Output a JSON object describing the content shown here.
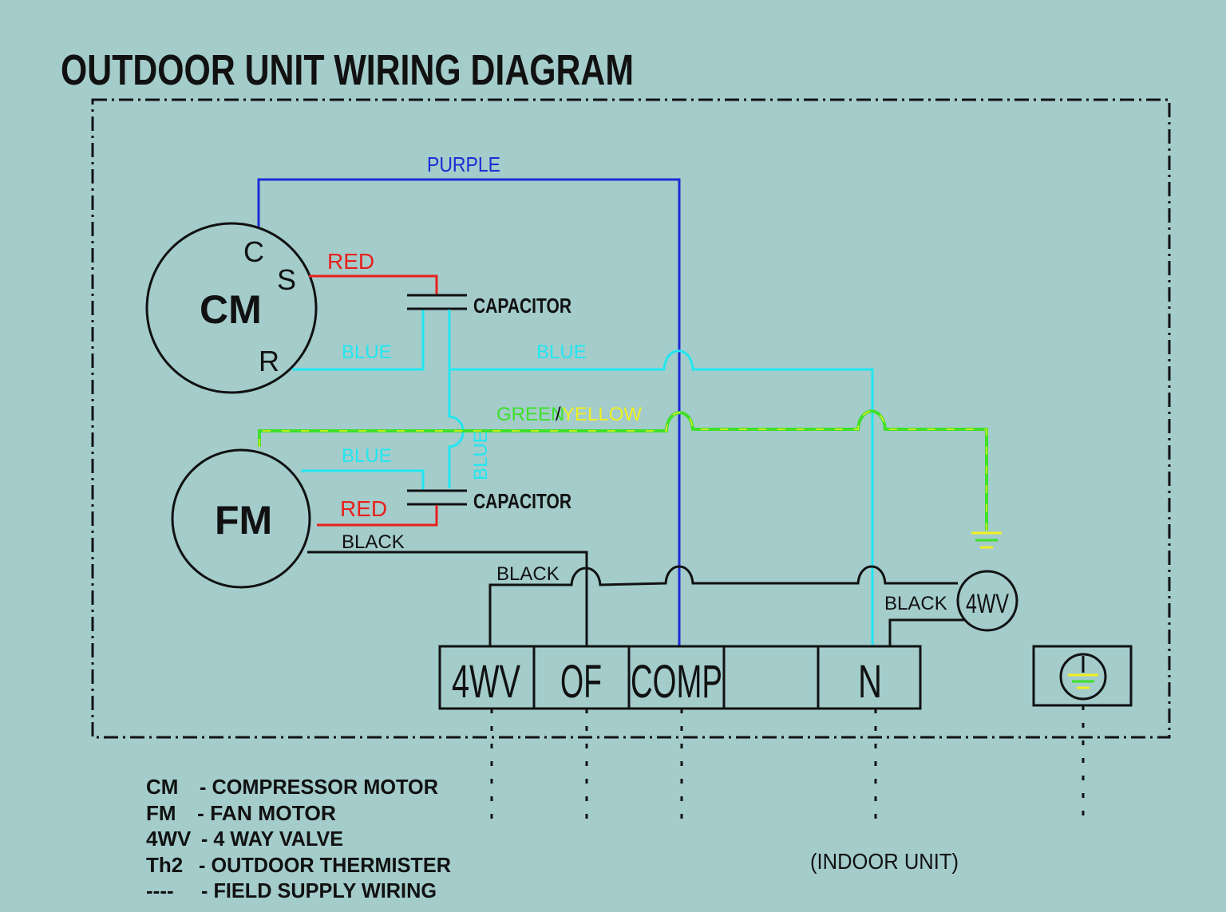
{
  "title": "OUTDOOR UNIT WIRING DIAGRAM",
  "colors": {
    "background": "#a3cccb",
    "purple_wire": "#1d2ad6",
    "red_wire": "#e8201c",
    "blue_wire": "#22e6f0",
    "green_wire": "#3fe02a",
    "yellow_wire": "#f0f020",
    "black_wire": "#111111"
  },
  "components": {
    "cm": {
      "label": "CM",
      "terminal_c": "C",
      "terminal_s": "S",
      "terminal_r": "R"
    },
    "fm": {
      "label": "FM"
    },
    "capacitor_1": "CAPACITOR",
    "capacitor_2": "CAPACITOR",
    "valve": "4WV"
  },
  "wire_labels": {
    "purple": "PURPLE",
    "red_cm": "RED",
    "blue_cm_r": "BLUE",
    "blue_top": "BLUE",
    "green": "GREEN",
    "slash": "/",
    "yellow": "YELLOW",
    "blue_fm": "BLUE",
    "blue_vertical": "BLUE",
    "red_fm": "RED",
    "black_fm": "BLACK",
    "black_4wv_terminal": "BLACK",
    "black_valve": "BLACK"
  },
  "terminal_block": [
    "4WV",
    "OF",
    "COMP",
    "",
    "N"
  ],
  "ground_symbol": "earth-ground-icon",
  "legend": [
    {
      "abbr": "CM",
      "desc": "- COMPRESSOR MOTOR"
    },
    {
      "abbr": "FM",
      "desc": "-  FAN MOTOR"
    },
    {
      "abbr": "4WV",
      "desc": "- 4 WAY VALVE"
    },
    {
      "abbr": "Th2",
      "desc": "- OUTDOOR THERMISTER"
    },
    {
      "abbr": "----",
      "desc": "- FIELD SUPPLY WIRING"
    }
  ],
  "indoor_unit_label": "(INDOOR UNIT)"
}
